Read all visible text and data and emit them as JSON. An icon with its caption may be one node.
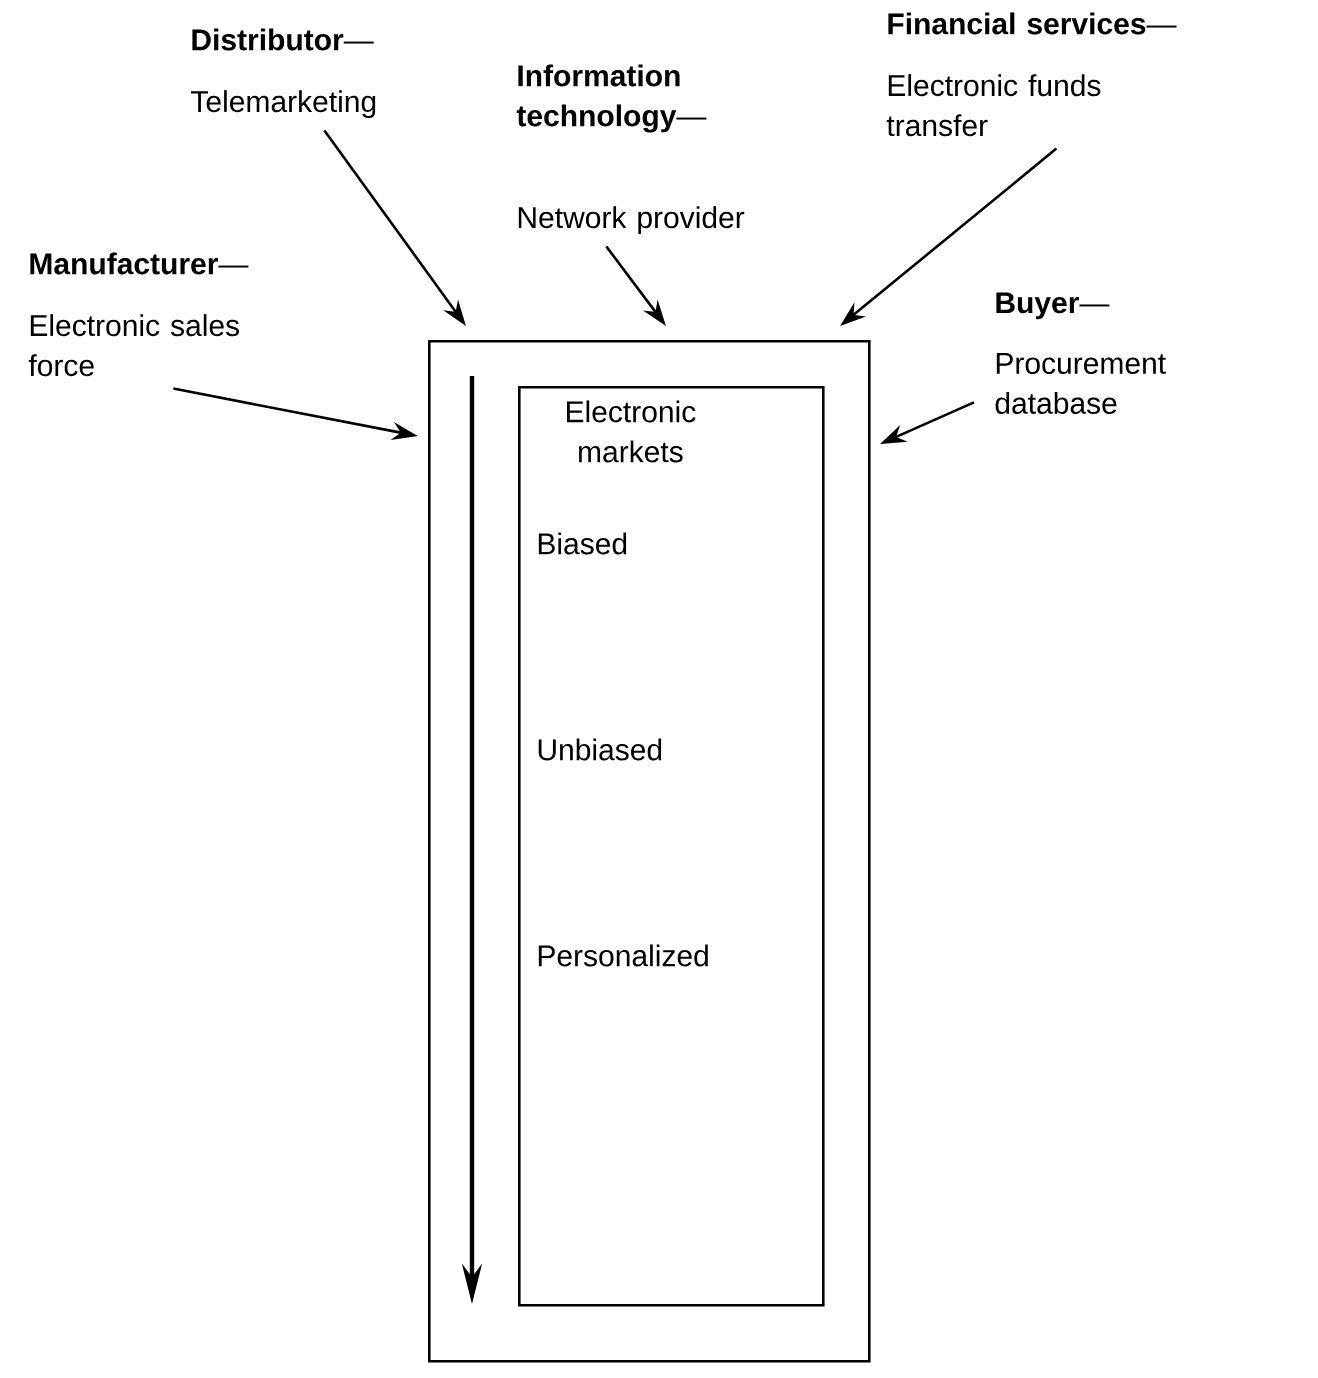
{
  "diagram": {
    "nodes": [
      {
        "text": [
          "**Distributor**—",
          "Telemarketing"
        ]
      },
      {
        "text": [
          "**Information technology**—",
          "Network provider"
        ]
      },
      {
        "text": [
          "**Financial services**—",
          "Electronic funds transfer"
        ]
      },
      {
        "text": [
          "**Manufacturer**—",
          "Electronic sales force"
        ]
      },
      {
        "text": [
          "**Buyer**—",
          "Procurement database"
        ]
      },
      {
        "text": [],
        "shape": "box"
      },
      {
        "text": [
          "Electronic markets",
          "Biased",
          "Unbiased",
          "Personalized"
        ],
        "in": 5
      }
    ],
    "edges": [
      {
        "from": 0,
        "to": 5,
        "arrow": "to"
      },
      {
        "from": 1,
        "to": 5,
        "arrow": "to"
      },
      {
        "from": 2,
        "to": 5,
        "arrow": "to"
      },
      {
        "from": 3,
        "to": 5,
        "arrow": "to"
      },
      {
        "from": 4,
        "to": 5,
        "arrow": "to"
      }
    ]
  }
}
